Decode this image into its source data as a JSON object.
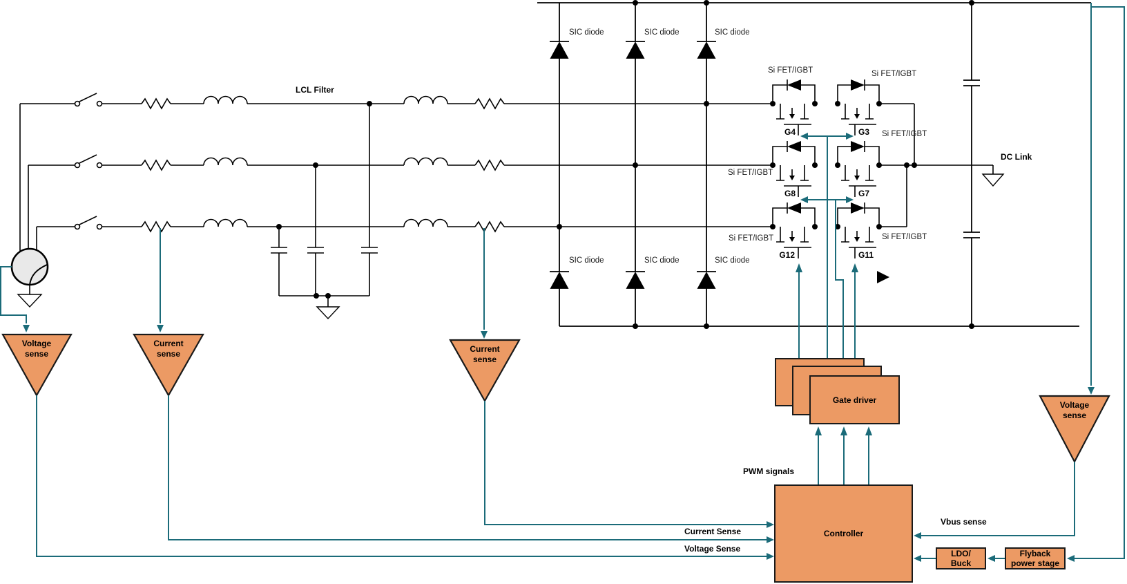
{
  "colors": {
    "block_fill": "#EC9A64",
    "signal_teal": "#1B6B79",
    "wire_black": "#000000",
    "source_fill": "#E9E9E9"
  },
  "filter": {
    "label": "LCL Filter"
  },
  "dc_link_label": "DC Link",
  "diodes": {
    "top": [
      "SIC diode",
      "SIC diode",
      "SIC diode"
    ],
    "bottom": [
      "SIC diode",
      "SIC diode",
      "SIC diode"
    ]
  },
  "fets": {
    "labels": [
      "Si FET/IGBT",
      "Si FET/IGBT",
      "Si FET/IGBT",
      "Si FET/IGBT",
      "Si FET/IGBT",
      "Si FET/IGBT"
    ],
    "gates": [
      "G4",
      "G3",
      "G8",
      "G7",
      "G12",
      "G11"
    ]
  },
  "sensors": [
    {
      "id": "voltage-sense-left",
      "line1": "Voltage",
      "line2": "sense"
    },
    {
      "id": "current-sense-left",
      "line1": "Current",
      "line2": "sense"
    },
    {
      "id": "current-sense-middle",
      "line1": "Current",
      "line2": "sense"
    },
    {
      "id": "voltage-sense-right",
      "line1": "Voltage",
      "line2": "sense"
    }
  ],
  "signals": {
    "pwm": "PWM signals",
    "current_sense": "Current Sense",
    "voltage_sense": "Voltage Sense",
    "vbus_sense": "Vbus sense"
  },
  "blocks": {
    "gate_driver": "Gate driver",
    "controller": "Controller",
    "ldo_buck": {
      "line1": "LDO/",
      "line2": "Buck"
    },
    "flyback": {
      "line1": "Flyback",
      "line2": "power stage"
    }
  }
}
